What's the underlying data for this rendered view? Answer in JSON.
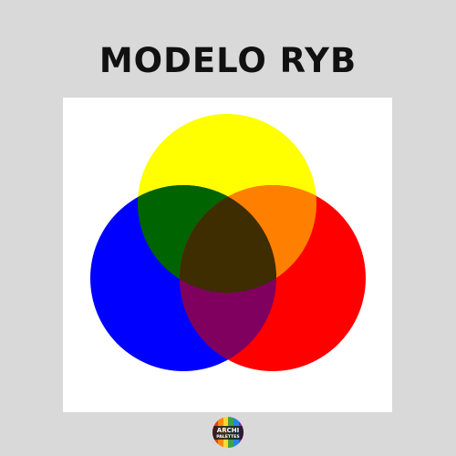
{
  "title": "MODELO RYB",
  "colors": {
    "background": "#d9d9d9",
    "panel": "#ffffff",
    "yellow": "#ffff00",
    "blue": "#0000ff",
    "red": "#ff0000",
    "green": "#006400",
    "orange": "#ff8000",
    "violet": "#800060",
    "center": "#3d2d00"
  },
  "logo": {
    "line1": "ARCHI",
    "line2": "PALETTES"
  }
}
